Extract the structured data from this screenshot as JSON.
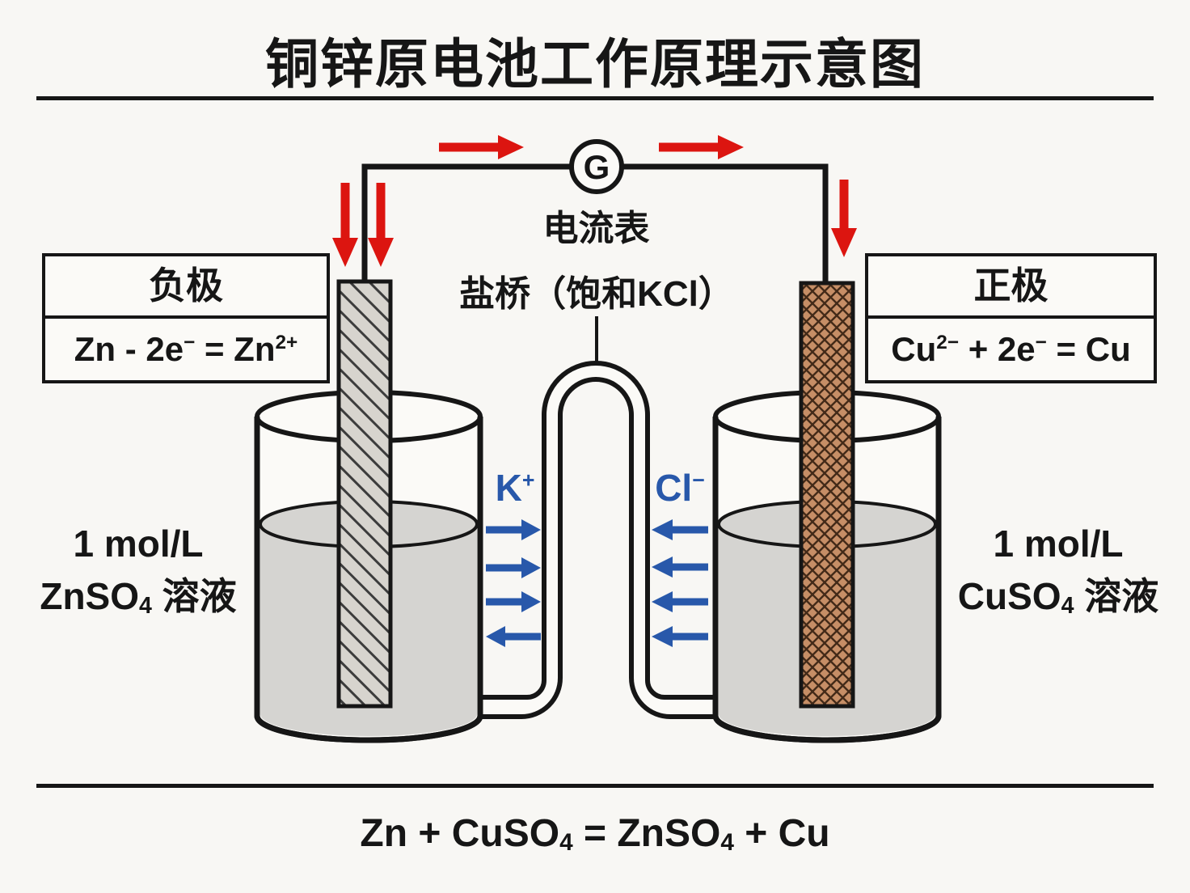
{
  "title": "铜锌原电池工作原理示意图",
  "ammeter": {
    "symbol": "G",
    "label": "电流表"
  },
  "salt_bridge": {
    "label": "盐桥（饱和KCl）"
  },
  "negative_electrode": {
    "title": "负极",
    "equation": {
      "t1": "Zn - 2e",
      "s1": "−",
      "t2": " = Zn",
      "s2": "2+"
    }
  },
  "positive_electrode": {
    "title": "正极",
    "equation": {
      "t1": "Cu",
      "s1": "2−",
      "t2": " + 2e",
      "s2": "−",
      "t3": " = Cu"
    }
  },
  "left_beaker": {
    "concentration": "1 mol/L",
    "formula": "ZnSO",
    "subscript": "4",
    "suffix": " 溶液"
  },
  "right_beaker": {
    "concentration": "1 mol/L",
    "formula": "CuSO",
    "subscript": "4",
    "suffix": " 溶液"
  },
  "ions": {
    "cation": {
      "base": "K",
      "charge": "+"
    },
    "anion": {
      "base": "Cl",
      "charge": "−"
    }
  },
  "overall_equation": {
    "t1": "Zn + CuSO",
    "s1": "4",
    "t2": " = ZnSO",
    "s2": "4",
    "t3": " + Cu"
  },
  "colors": {
    "ink": "#161616",
    "current_arrow_red": "#dc1510",
    "ion_arrow_blue": "#2858aa",
    "copper_electrode": "#c68e66",
    "zinc_electrode": "#d7d4ce",
    "solution_gray": "#d5d4d1",
    "background": "#f8f7f4"
  }
}
